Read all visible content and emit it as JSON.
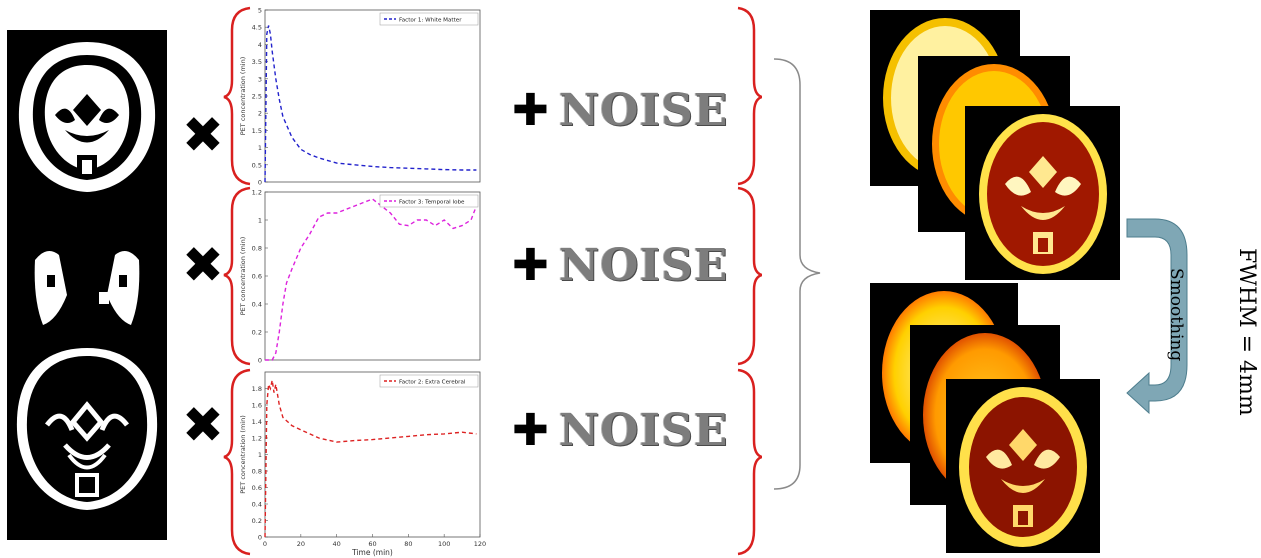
{
  "operators": {
    "multiply": "✖",
    "plus": "✚"
  },
  "noise_label": "NOISE",
  "smoothing": {
    "label": "Smoothing",
    "fwhm": "FWHM = 4mm",
    "arrow_color": "#7fa7b5"
  },
  "colors": {
    "brace": "#d9201f",
    "bracket": "#8a8a8a"
  },
  "chart_data": [
    {
      "type": "line",
      "legend": "Factor 1: White Matter",
      "ylabel": "PET concentration (min)",
      "xlabel": "",
      "color": "#2222cc",
      "xlim": [
        0,
        120
      ],
      "ylim": [
        0,
        5
      ],
      "yticks": [
        "0",
        "0.5",
        "1",
        "1.5",
        "2",
        "2.5",
        "3",
        "3.5",
        "4",
        "4.5",
        "5"
      ],
      "x": [
        0,
        1,
        2,
        3,
        4,
        6,
        8,
        10,
        15,
        20,
        25,
        30,
        40,
        50,
        60,
        70,
        80,
        90,
        100,
        110,
        118
      ],
      "y": [
        0,
        4.3,
        4.55,
        4.3,
        3.8,
        3.0,
        2.4,
        1.9,
        1.3,
        0.95,
        0.8,
        0.7,
        0.55,
        0.5,
        0.45,
        0.42,
        0.4,
        0.38,
        0.36,
        0.35,
        0.35
      ]
    },
    {
      "type": "line",
      "legend": "Factor 3: Temporal lobe",
      "ylabel": "PET concentration (min)",
      "xlabel": "",
      "color": "#dd22dd",
      "xlim": [
        0,
        120
      ],
      "ylim": [
        0,
        1.2
      ],
      "yticks": [
        "0",
        "0.2",
        "0.4",
        "0.6",
        "0.8",
        "1",
        "1.2"
      ],
      "x": [
        0,
        2,
        4,
        6,
        8,
        10,
        12,
        15,
        20,
        25,
        30,
        35,
        40,
        50,
        60,
        65,
        70,
        75,
        80,
        85,
        90,
        95,
        100,
        105,
        110,
        115,
        118
      ],
      "y": [
        0,
        0,
        0,
        0.05,
        0.2,
        0.4,
        0.55,
        0.65,
        0.8,
        0.9,
        1.02,
        1.05,
        1.05,
        1.1,
        1.15,
        1.1,
        1.05,
        0.97,
        0.96,
        1.0,
        1.0,
        0.96,
        1.0,
        0.94,
        0.96,
        1.0,
        1.1
      ]
    },
    {
      "type": "line",
      "legend": "Factor 2: Extra Cerebral",
      "ylabel": "PET concentration (min)",
      "xlabel": "Time (min)",
      "color": "#dd2222",
      "xlim": [
        0,
        120
      ],
      "ylim": [
        0,
        2
      ],
      "yticks": [
        "0",
        "0.2",
        "0.4",
        "0.6",
        "0.8",
        "1",
        "1.2",
        "1.4",
        "1.6",
        "1.8"
      ],
      "xticks": [
        "0",
        "20",
        "40",
        "60",
        "80",
        "100",
        "120"
      ],
      "x": [
        0,
        1,
        2,
        3,
        4,
        5,
        6,
        8,
        10,
        15,
        20,
        25,
        30,
        40,
        50,
        60,
        70,
        80,
        90,
        100,
        110,
        118
      ],
      "y": [
        0,
        1.6,
        1.85,
        1.8,
        1.9,
        1.75,
        1.85,
        1.6,
        1.45,
        1.35,
        1.3,
        1.25,
        1.2,
        1.15,
        1.17,
        1.18,
        1.2,
        1.22,
        1.24,
        1.25,
        1.27,
        1.25
      ]
    }
  ]
}
